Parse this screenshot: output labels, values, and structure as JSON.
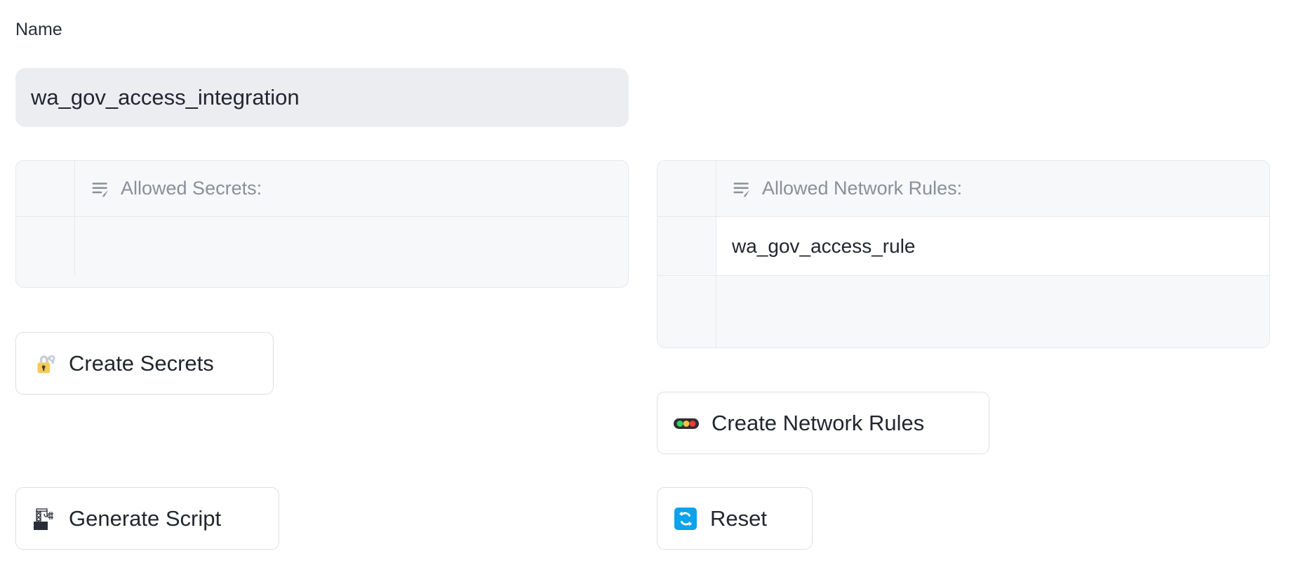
{
  "form": {
    "name_label": "Name",
    "name_value": "wa_gov_access_integration",
    "name_placeholder": "Name"
  },
  "secrets_table": {
    "icon": "edit-list-icon",
    "header": "Allowed Secrets:",
    "rows": [
      ""
    ]
  },
  "network_table": {
    "icon": "edit-list-icon",
    "header": "Allowed Network Rules:",
    "rows": [
      "wa_gov_access_rule",
      ""
    ]
  },
  "buttons": {
    "create_secrets": {
      "label": "Create Secrets",
      "icon": "lock-with-key-icon"
    },
    "create_network_rules": {
      "label": "Create Network Rules",
      "icon": "traffic-light-icon"
    },
    "generate_script": {
      "label": "Generate Script",
      "icon": "building-construction-icon"
    },
    "reset": {
      "label": "Reset",
      "icon": "refresh-arrows-icon"
    }
  },
  "colors": {
    "page_background": "#ffffff",
    "input_background": "#ecedf1",
    "table_background": "#f7f8fa",
    "table_border": "#e6e8ec",
    "row_background": "#ffffff",
    "text_primary": "#23262f",
    "text_muted": "#8a8f99",
    "button_border": "#dcdfe4",
    "lock_yellow": "#f7ca52",
    "reset_blue": "#0aa3ec",
    "traffic_green": "#2fd45e",
    "traffic_yellow": "#f8c33c",
    "traffic_red": "#ee3b37"
  }
}
